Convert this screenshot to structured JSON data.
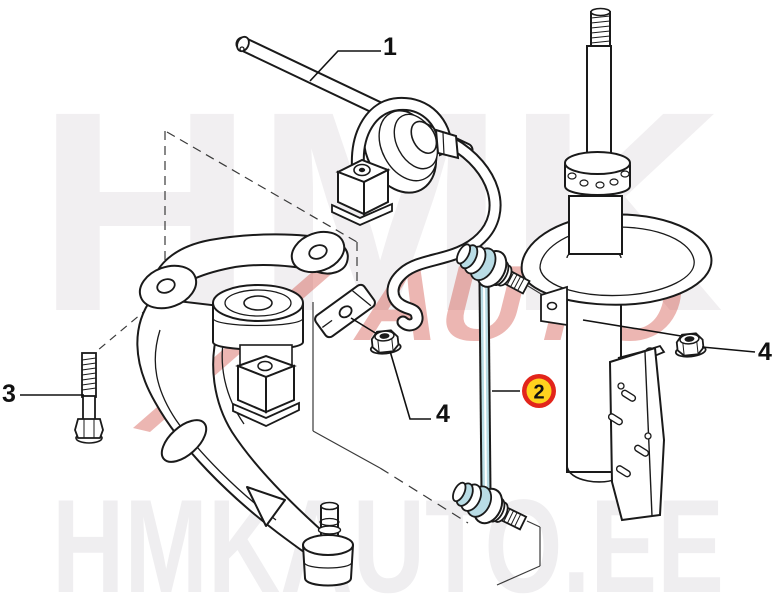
{
  "diagram": {
    "background_color": "#ffffff",
    "line_color": "#1a1a1a",
    "link_highlight_color": "#b9dce5",
    "callouts": {
      "part1": {
        "label": "1"
      },
      "part2": {
        "label": "2",
        "badge_fill_color": "#ffd21e",
        "badge_ring_color": "#e2251b"
      },
      "part3": {
        "label": "3"
      },
      "part4_center": {
        "label": "4"
      },
      "part4_right": {
        "label": "4"
      }
    },
    "watermarks": {
      "top_text": "HMK",
      "middle_text": "AUTO",
      "bottom_text": "HMKAUTO.EE",
      "top_color": "#f1eff1",
      "bottom_color": "#efeef0",
      "red_color": "rgba(206,62,52,0.38)"
    }
  }
}
